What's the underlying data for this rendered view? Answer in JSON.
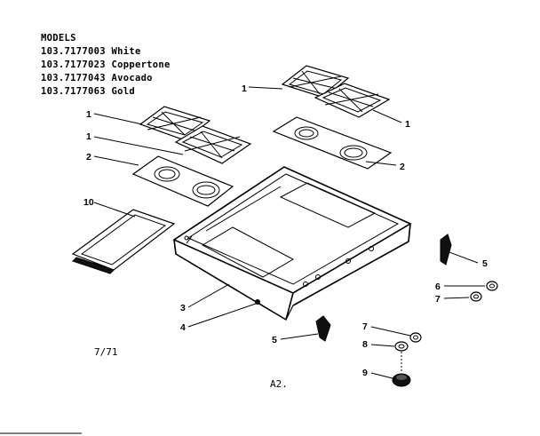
{
  "models": {
    "heading": "MODELS",
    "lines": [
      "103.7177003 White",
      "103.7177023 Coppertone",
      "103.7177043 Avocado",
      "103.7177063 Gold"
    ]
  },
  "callouts": {
    "grate_right_top": "1",
    "grate_right_bottom": "1",
    "grate_left_top": "1",
    "grate_left_mid": "1",
    "burner_pan_left": "2",
    "burner_pan_right": "2",
    "frame": "3",
    "screw": "4",
    "bracket_left": "5",
    "bracket_right": "5",
    "grommet_a": "6",
    "grommet_b": "7",
    "knob_ring": "7",
    "spacer": "8",
    "knob": "9",
    "cover_panel": "10"
  },
  "notes": {
    "date_code": "7/71",
    "page_code": "A2."
  }
}
